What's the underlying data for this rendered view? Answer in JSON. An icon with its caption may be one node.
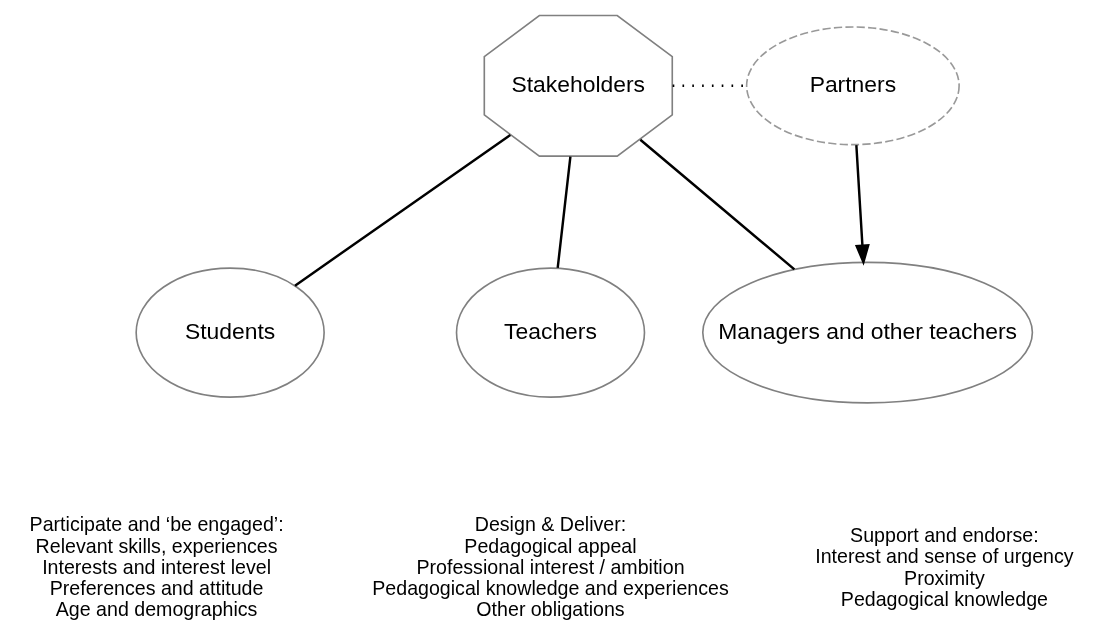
{
  "diagram": {
    "nodes": [
      {
        "text": [
          "Stakeholders"
        ]
      },
      {
        "text": [
          "Partners"
        ]
      },
      {
        "text": [
          "Students"
        ],
        "beside": [
          "Participate and ‘be engaged’:",
          "Relevant skills, experiences",
          "Interests and interest level",
          "Preferences and attitude",
          "Age and demographics"
        ]
      },
      {
        "text": [
          "Teachers"
        ],
        "beside": [
          "Design & Deliver:",
          "Pedagogical appeal",
          "Professional interest / ambition",
          "Pedagogical knowledge and experiences",
          "Other obligations"
        ]
      },
      {
        "text": [
          "Managers and other teachers"
        ],
        "beside": [
          "Support and endorse:",
          "Interest and sense of urgency",
          "Proximity",
          "Pedagogical knowledge"
        ]
      }
    ],
    "edges": [
      {
        "from": 0,
        "to": 2,
        "arrow": "none"
      },
      {
        "from": 0,
        "to": 3,
        "arrow": "none"
      },
      {
        "from": 0,
        "to": 4,
        "arrow": "none"
      },
      {
        "from": 0,
        "to": 1,
        "arrow": "none",
        "style": "dashed"
      },
      {
        "from": 1,
        "to": 4,
        "arrow": "to"
      }
    ]
  }
}
